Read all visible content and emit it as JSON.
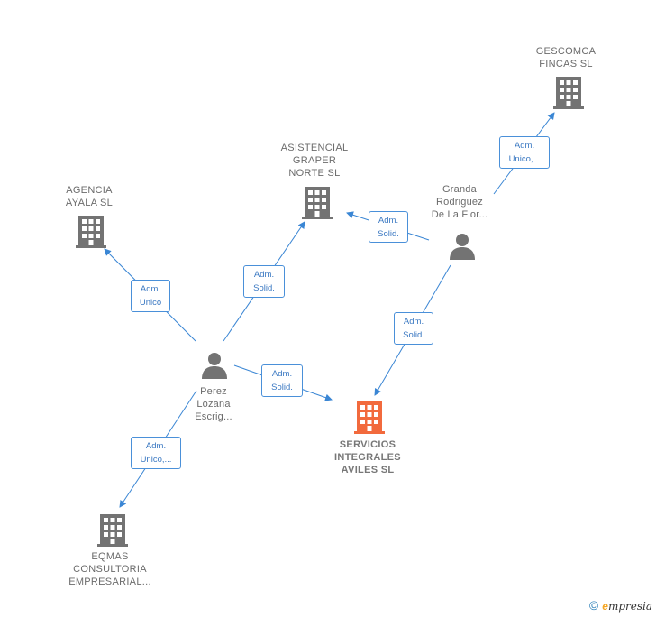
{
  "nodes": {
    "gescomca": {
      "label": "GESCOMCA\nFINCAS  SL"
    },
    "asistencial": {
      "label": "ASISTENCIAL\nGRAPER\nNORTE  SL"
    },
    "agencia": {
      "label": "AGENCIA\nAYALA SL"
    },
    "servicios": {
      "label": "SERVICIOS\nINTEGRALES\nAVILES  SL"
    },
    "eqmas": {
      "label": "EQMAS\nCONSULTORIA\nEMPRESARIAL..."
    },
    "granda": {
      "label": "Granda\nRodriguez\nDe La Flor..."
    },
    "perez": {
      "label": "Perez\nLozana\nEscrig..."
    }
  },
  "edges": {
    "granda_gescomca": "Adm.\nUnico,...",
    "granda_asistencial": "Adm.\nSolid.",
    "granda_servicios": "Adm.\nSolid.",
    "perez_asistencial": "Adm.\nSolid.",
    "perez_agencia": "Adm.\nUnico",
    "perez_servicios": "Adm.\nSolid.",
    "perez_eqmas": "Adm.\nUnico,..."
  },
  "colors": {
    "edge": "#3a86d4",
    "building": "#737373",
    "main_building": "#f26a3d",
    "person": "#737373"
  },
  "footer": {
    "copyright": "©",
    "brand_initial": "e",
    "brand_rest": "mpresia"
  }
}
